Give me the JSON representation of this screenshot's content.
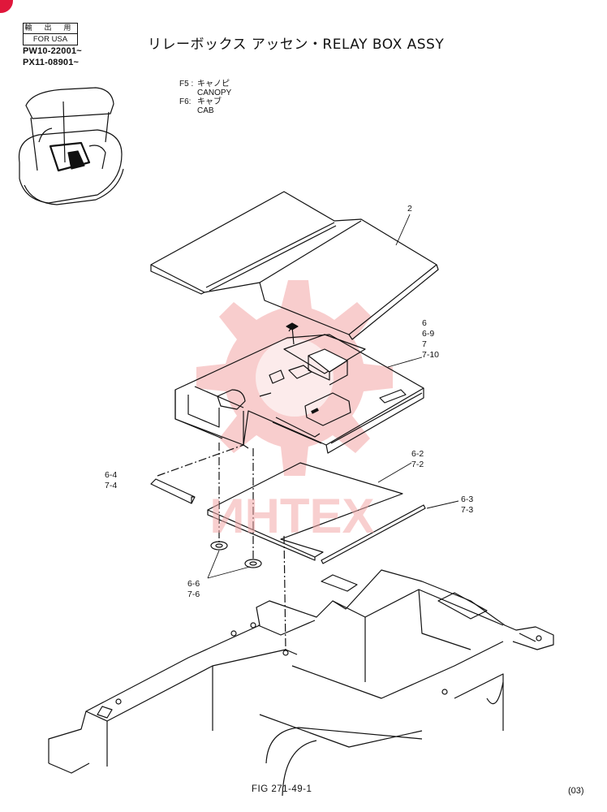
{
  "header": {
    "export_label": "輸 出 用",
    "export_region": "FOR USA",
    "serial_ranges": [
      "PW10-22001~",
      "PX11-08901~"
    ],
    "title": "リレーボックス アッセン・RELAY BOX ASSY"
  },
  "legend": [
    {
      "key": "F5 :",
      "jp": "キャノピ",
      "en": "CANOPY"
    },
    {
      "key": "F6:",
      "jp": "キャブ",
      "en": "CAB"
    }
  ],
  "callouts": {
    "c2": [
      "2"
    ],
    "c6": [
      "6",
      "6-9",
      "7",
      "7-10"
    ],
    "c62": [
      "6-2",
      "7-2"
    ],
    "c64": [
      "6-4",
      "7-4"
    ],
    "c63": [
      "6-3",
      "7-3"
    ],
    "c66": [
      "6-6",
      "7-6"
    ]
  },
  "watermark": {
    "text": "ИНТЕХ",
    "color": "#f3a9a9"
  },
  "footer": {
    "figure": "FIG 271-49-1",
    "revision": "(03)"
  },
  "colors": {
    "ink": "#111111",
    "badge": "#e0173b",
    "watermark_gear": "#f7c4c4"
  }
}
